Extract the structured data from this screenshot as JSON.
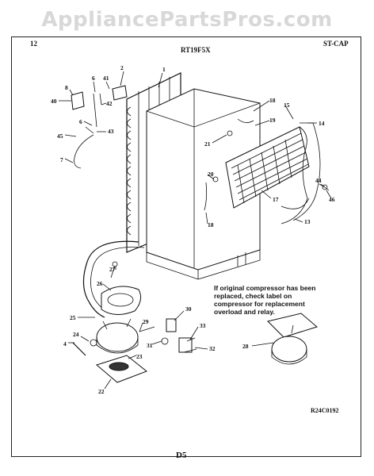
{
  "watermark": "AppliancePartsPros.com",
  "header": {
    "left": "12",
    "center": "RT19F5X",
    "right": "ST-CAP"
  },
  "note": "If original compressor has been replaced, check label on compressor for replacement overload and relay.",
  "figure_code": "R24C0192",
  "page_number": "D5",
  "callouts": [
    {
      "id": "c1",
      "text": "1"
    },
    {
      "id": "c2",
      "text": "2"
    },
    {
      "id": "c6a",
      "text": "6"
    },
    {
      "id": "c8",
      "text": "8"
    },
    {
      "id": "c40",
      "text": "40"
    },
    {
      "id": "c41",
      "text": "41"
    },
    {
      "id": "c42",
      "text": "42"
    },
    {
      "id": "c43",
      "text": "43"
    },
    {
      "id": "c6b",
      "text": "6"
    },
    {
      "id": "c45",
      "text": "45"
    },
    {
      "id": "c7",
      "text": "7"
    },
    {
      "id": "c18a",
      "text": "18"
    },
    {
      "id": "c15",
      "text": "15"
    },
    {
      "id": "c19",
      "text": "19"
    },
    {
      "id": "c14",
      "text": "14"
    },
    {
      "id": "c21",
      "text": "21"
    },
    {
      "id": "c20",
      "text": "20"
    },
    {
      "id": "c17",
      "text": "17"
    },
    {
      "id": "c44",
      "text": "44"
    },
    {
      "id": "c46",
      "text": "46"
    },
    {
      "id": "c13",
      "text": "13"
    },
    {
      "id": "c18b",
      "text": "18"
    },
    {
      "id": "c27",
      "text": "27"
    },
    {
      "id": "c26",
      "text": "26"
    },
    {
      "id": "c25",
      "text": "25"
    },
    {
      "id": "c29",
      "text": "29"
    },
    {
      "id": "c30",
      "text": "30"
    },
    {
      "id": "c33",
      "text": "33"
    },
    {
      "id": "c31",
      "text": "31"
    },
    {
      "id": "c32",
      "text": "32"
    },
    {
      "id": "c24",
      "text": "24"
    },
    {
      "id": "c4",
      "text": "4"
    },
    {
      "id": "c23",
      "text": "23"
    },
    {
      "id": "c22",
      "text": "22"
    },
    {
      "id": "c28",
      "text": "28"
    }
  ]
}
